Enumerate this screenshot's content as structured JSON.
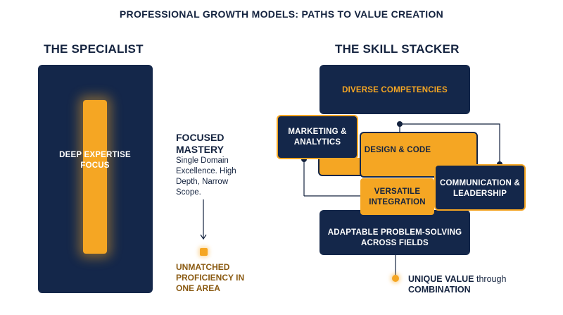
{
  "title": "PROFESSIONAL GROWTH MODELS: PATHS TO VALUE CREATION",
  "specialist": {
    "heading": "THE SPECIALIST",
    "bar_label": "DEEP EXPERTISE FOCUS",
    "focused_title": "FOCUSED MASTERY",
    "focused_desc": "Single Domain Excellence. High Depth, Narrow Scope.",
    "result": "UNMATCHED PROFICIENCY IN ONE AREA"
  },
  "stacker": {
    "heading": "THE SKILL STACKER",
    "top": "DIVERSE COMPETENCIES",
    "marketing": "MARKETING & ANALYTICS",
    "design": "DESIGN & CODE",
    "versatile": "VERSATILE INTEGRATION",
    "communication": "COMMUNICATION & LEADERSHIP",
    "adaptable": "ADAPTABLE PROBLEM-SOLVING ACROSS FIELDS",
    "result_bold": "UNIQUE VALUE",
    "result_mid": " through ",
    "result_bold2": "COMBINATION"
  },
  "colors": {
    "navy": "#14274a",
    "gold": "#f5a623",
    "text": "#14233f",
    "brown": "#8a5a12"
  }
}
